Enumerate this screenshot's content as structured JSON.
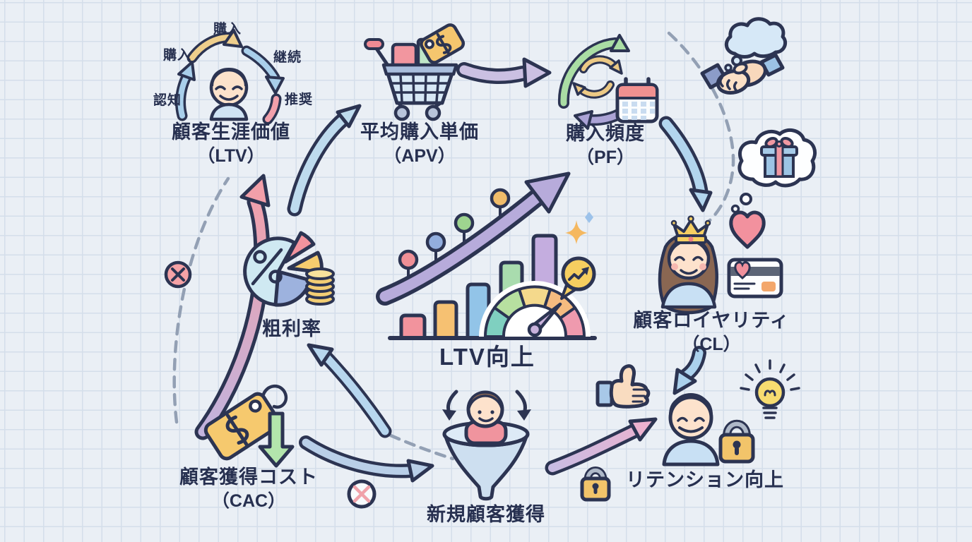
{
  "nodes": {
    "ltv": {
      "label": "顧客生涯価値",
      "abbr": "（LTV）"
    },
    "apv": {
      "label": "平均購入単価",
      "abbr": "（APV）"
    },
    "pf": {
      "label": "購入頻度",
      "abbr": "（PF）"
    },
    "cl": {
      "label": "顧客ロイヤリティ",
      "abbr": "（CL）"
    },
    "margin": {
      "label": "粗利率"
    },
    "cac": {
      "label": "顧客獲得コスト",
      "abbr": "（CAC）"
    },
    "acquisition": {
      "label": "新規顧客獲得"
    },
    "retention": {
      "label": "リテンション向上"
    },
    "goal": {
      "label": "LTV向上"
    }
  },
  "cycle": {
    "awareness": "認知",
    "purchase_left": "購入",
    "purchase_top": "購入",
    "continuation": "継続",
    "advocacy": "推奨"
  },
  "icons": {
    "customer-avatar-icon": "smiling customer face with loyalty cycle arrows",
    "shopping-cart-icon": "cart with goods and dollar price tag",
    "refresh-cycle-icon": "circular repeat arrows",
    "calendar-icon": "calendar page",
    "handshake-icon": "handshake with thought cloud",
    "gift-thought-bubble-icon": "gift box inside thought bubble",
    "crowned-customer-icon": "customer with crown",
    "heart-icon": "heart",
    "credit-card-icon": "loyalty card with heart",
    "bar-chart-icon": "rising bars with milestone pins",
    "growth-arrow-icon": "swooping up arrow",
    "gauge-icon": "speedometer gauge",
    "trend-bubble-icon": "speech bubble with trend arrow",
    "sparkle-icon": "sparkle star and diamond",
    "pie-chart-icon": "pie chart with percent sign",
    "coin-stack-icon": "stack of coins",
    "price-tag-icon": "dollar price tag",
    "down-arrow-icon": "green cost-down arrow",
    "funnel-icon": "funnel with new customer",
    "thumbs-up-icon": "thumbs up hand",
    "retention-customer-icon": "smiling customer",
    "lightbulb-icon": "glowing light bulb",
    "padlock-icon": "padlock",
    "prohibition-icon": "crossed-out circle"
  },
  "colors": {
    "background": "#eaeff5",
    "grid": "#d4deea",
    "ink": "#2c3452",
    "text": "#273050",
    "arrow_blue": "#b7d6ee",
    "arrow_purple": "#cbc0e2",
    "arrow_pink": "#f29fa9",
    "arrow_green": "#b3e5ac",
    "accent_yellow": "#f6ce60",
    "accent_gold": "#f2c46a"
  }
}
